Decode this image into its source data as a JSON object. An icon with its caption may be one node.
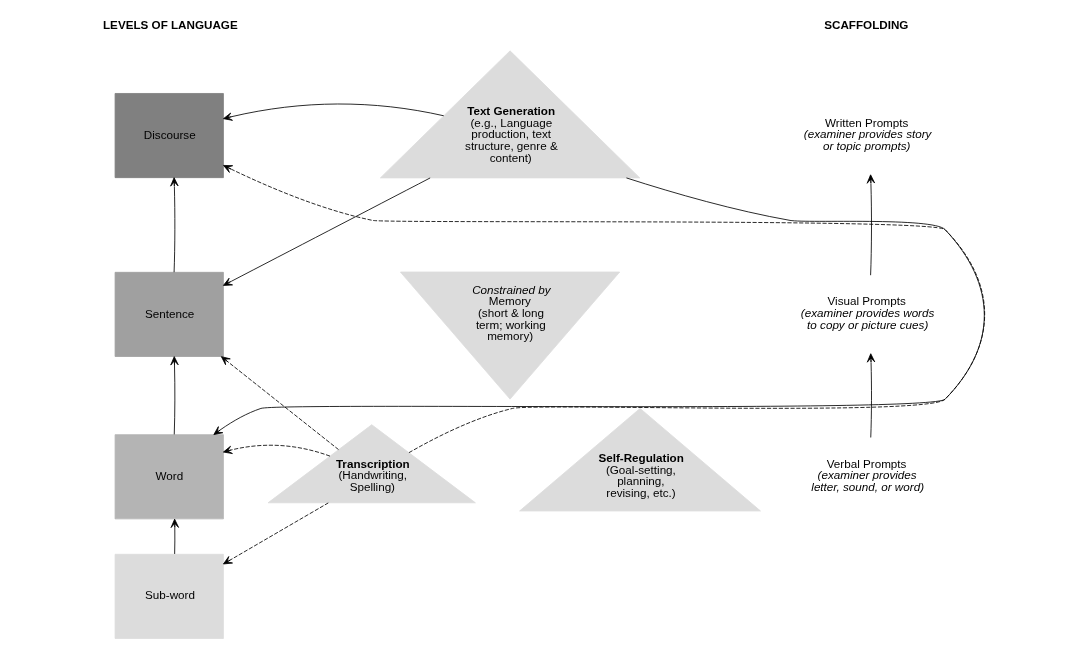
{
  "diagram": {
    "nodes": [
      {
        "text": [
          "Discourse"
        ]
      },
      {
        "text": [
          "Sentence"
        ]
      },
      {
        "text": [
          "Word"
        ]
      },
      {
        "text": [
          "Sub-word"
        ]
      },
      {
        "text": [
          "Text Generation",
          "(e.g., Language production, text structure, genre & content)"
        ]
      },
      {
        "text": [
          "Constrained by",
          "Memory",
          "(short & long term; working memory)"
        ]
      },
      {
        "text": [
          "Transcription",
          "(Handwriting, Spelling)"
        ]
      },
      {
        "text": [
          "Self-Regulation",
          "(Goal-setting, planning, revising, etc.)"
        ]
      },
      {
        "text": [
          "Written Prompts",
          "(examiner provides story or topic prompts)"
        ]
      },
      {
        "text": [
          "Visual Prompts",
          "(examiner provides words to copy or picture cues)"
        ]
      },
      {
        "text": [
          "Verbal Prompts",
          "(examiner provides letter, sound, or word)"
        ]
      }
    ],
    "edges": [
      {
        "from": 3,
        "to": 2,
        "arrow": "to"
      },
      {
        "from": 2,
        "to": 1,
        "arrow": "to"
      },
      {
        "from": 1,
        "to": 0,
        "arrow": "to"
      },
      {
        "from": 4,
        "to": 0,
        "arrow": "to"
      },
      {
        "from": 4,
        "to": 1,
        "arrow": "to"
      },
      {
        "from": 4,
        "to": 2,
        "arrow": "to"
      },
      {
        "from": 6,
        "to": 0,
        "arrow": "to",
        "style": "dashed"
      },
      {
        "from": 6,
        "to": 1,
        "arrow": "to",
        "style": "dashed"
      },
      {
        "from": 6,
        "to": 2,
        "arrow": "to",
        "style": "dashed"
      },
      {
        "from": 6,
        "to": 3,
        "arrow": "to",
        "style": "dashed"
      },
      {
        "from": 10,
        "to": 9,
        "arrow": "to"
      },
      {
        "from": 9,
        "to": 8,
        "arrow": "to"
      }
    ],
    "labels": [
      "LEVELS OF LANGUAGE",
      "SCAFFOLDING"
    ]
  }
}
